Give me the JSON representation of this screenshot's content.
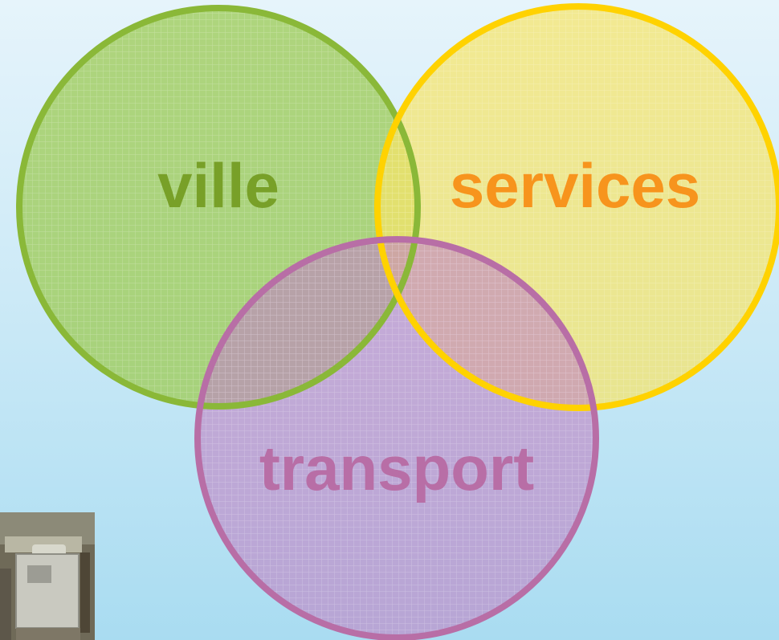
{
  "diagram": {
    "sets": [
      {
        "id": "ville",
        "label": "ville",
        "fill": "#9fcc5a",
        "stroke": "#8ab838",
        "text_color": "#78a028"
      },
      {
        "id": "services",
        "label": "services",
        "fill": "#f6e46a",
        "stroke": "#ffd200",
        "text_color": "#f7941d"
      },
      {
        "id": "transport",
        "label": "transport",
        "fill": "#c084c4",
        "stroke": "#b86ea6",
        "text_color": "#b86ea6"
      }
    ]
  },
  "photo": {
    "subject": "roadside-equipment-cabinet-photo"
  }
}
